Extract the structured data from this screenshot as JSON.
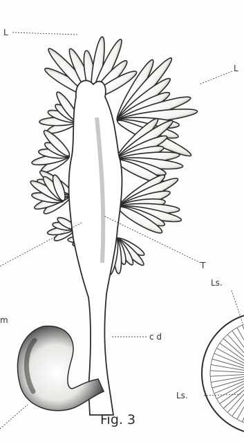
{
  "figure": {
    "caption": "Fig. 3",
    "labels": {
      "L_top": "L",
      "L_right": "L",
      "T": "T",
      "m": "m",
      "cd": "c d",
      "Ls_top": "Ls.",
      "Ls_bottom": "Ls."
    }
  },
  "colors": {
    "paper": "#fdfdfb",
    "ink": "#2b2b2b",
    "shade": "#7a7a7a"
  }
}
